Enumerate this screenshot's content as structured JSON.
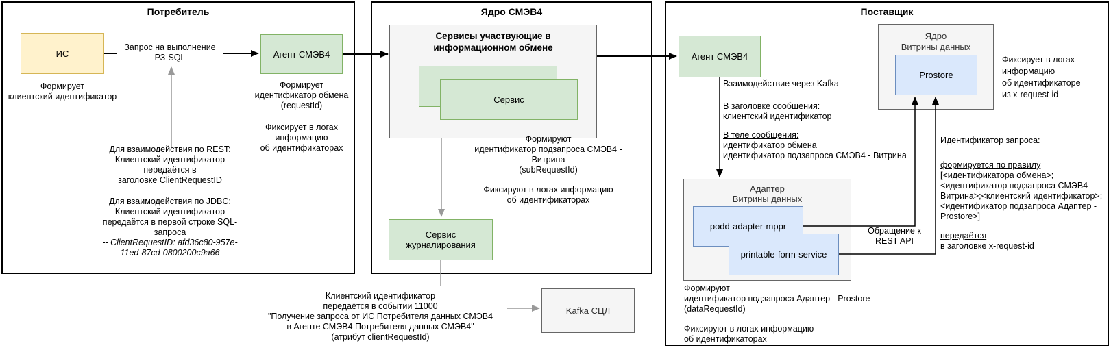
{
  "colors": {
    "yellow_fill": "#FFF2CC",
    "yellow_border": "#D6B656",
    "green_fill": "#D5E8D4",
    "green_border": "#82B366",
    "blue_fill": "#DAE8FC",
    "blue_border": "#6C8EBF",
    "gray_fill": "#F5F5F5",
    "gray_border": "#666666",
    "arrow_black": "#000000",
    "arrow_gray": "#999999"
  },
  "consumer": {
    "title": "Потребитель",
    "is_box_label": "ИС",
    "is_caption": [
      "Формирует",
      "клиентский идентификатор"
    ],
    "request_label": [
      "Запрос на выполнение",
      "РЗ-SQL"
    ],
    "agent_box_label": "Агент СМЭВ4",
    "agent_note_forms": [
      "Формирует",
      "идентификатор обмена",
      "(requestId)"
    ],
    "agent_note_logs": [
      "Фиксирует в логах",
      "информацию",
      "об идентификаторах"
    ],
    "rest_note": {
      "heading": "Для взаимодействия по REST:",
      "lines": [
        "Клиентский идентификатор",
        "передаётся в",
        "заголовке ClientRequestID"
      ]
    },
    "jdbc_note": {
      "heading": "Для взаимодействия по JDBC:",
      "lines": [
        "Клиентский идентификатор",
        "передаётся в первой строке SQL-",
        "запроса"
      ],
      "code_lines": [
        "-- ClientRequestID: afd36c80-957e-",
        "11ed-87cd-0800200c9a66"
      ]
    }
  },
  "core": {
    "title": "Ядро СМЭВ4",
    "services_box_title": [
      "Сервисы участвующие в",
      "информационном обмене"
    ],
    "service_box_label": "Сервис",
    "note_forms": [
      "Формируют",
      "идентификатор подзапроса СМЭВ4 -",
      "Витрина",
      "(subRequestId)"
    ],
    "note_logs": [
      "Фиксируют в логах информацию",
      "об идентификаторах"
    ],
    "journaling_box_label": [
      "Сервис",
      "журналирования"
    ]
  },
  "event_note": [
    "Клиентский идентификатор",
    "передаётся в событии 11000",
    "\"Получение запроса от ИС Потребителя данных СМЭВ4",
    "в Агенте СМЭВ4 Потребителя данных СМЭВ4\"",
    "(атрибут clientRequestId)"
  ],
  "kafka_box_label": "Kafka СЦЛ",
  "provider": {
    "title": "Поставщик",
    "agent_box_label": "Агент СМЭВ4",
    "kafka_note": "Взаимодействие через Kafka",
    "header_note": {
      "heading": "В заголовке сообщения:",
      "lines": [
        "клиентский идентификатор"
      ]
    },
    "body_note": {
      "heading": "В теле сообщения:",
      "lines": [
        "идентификатор обмена",
        "идентификатор подзапроса СМЭВ4 - Витрина"
      ]
    },
    "adapter_box_title": [
      "Адаптер",
      "Витрины данных"
    ],
    "podd_box_label": "podd-adapter-mppr",
    "printable_box_label": "printable-form-service",
    "adapter_note_forms": [
      "Формируют",
      "идентификатор подзапроса Адаптер - Prostore",
      "(dataRequestId)"
    ],
    "adapter_note_logs": [
      "Фиксируют в логах информацию",
      "об идентификаторах"
    ],
    "core_box_title": [
      "Ядро",
      "Витрины данных"
    ],
    "prostore_box_label": "Prostore",
    "prostore_note": [
      "Фиксирует в логах",
      "информацию",
      "об идентификаторе",
      "из x-request-id"
    ],
    "rest_api_label": [
      "Обращение к",
      "REST API"
    ],
    "request_id_note": {
      "title": "Идентификатор запроса:",
      "rule_heading": "формируется по правилу",
      "rule_lines": [
        "[<идентификатора обмена>;",
        "<идентификатор подзапроса СМЭВ4 -",
        "Витрина>;<клиентский идентификатор>;",
        "<идентификатор подзапроса Адаптер -",
        "Prostore>]"
      ],
      "passed_heading": "передаётся",
      "passed_line": "в заголовке x-request-id"
    }
  }
}
